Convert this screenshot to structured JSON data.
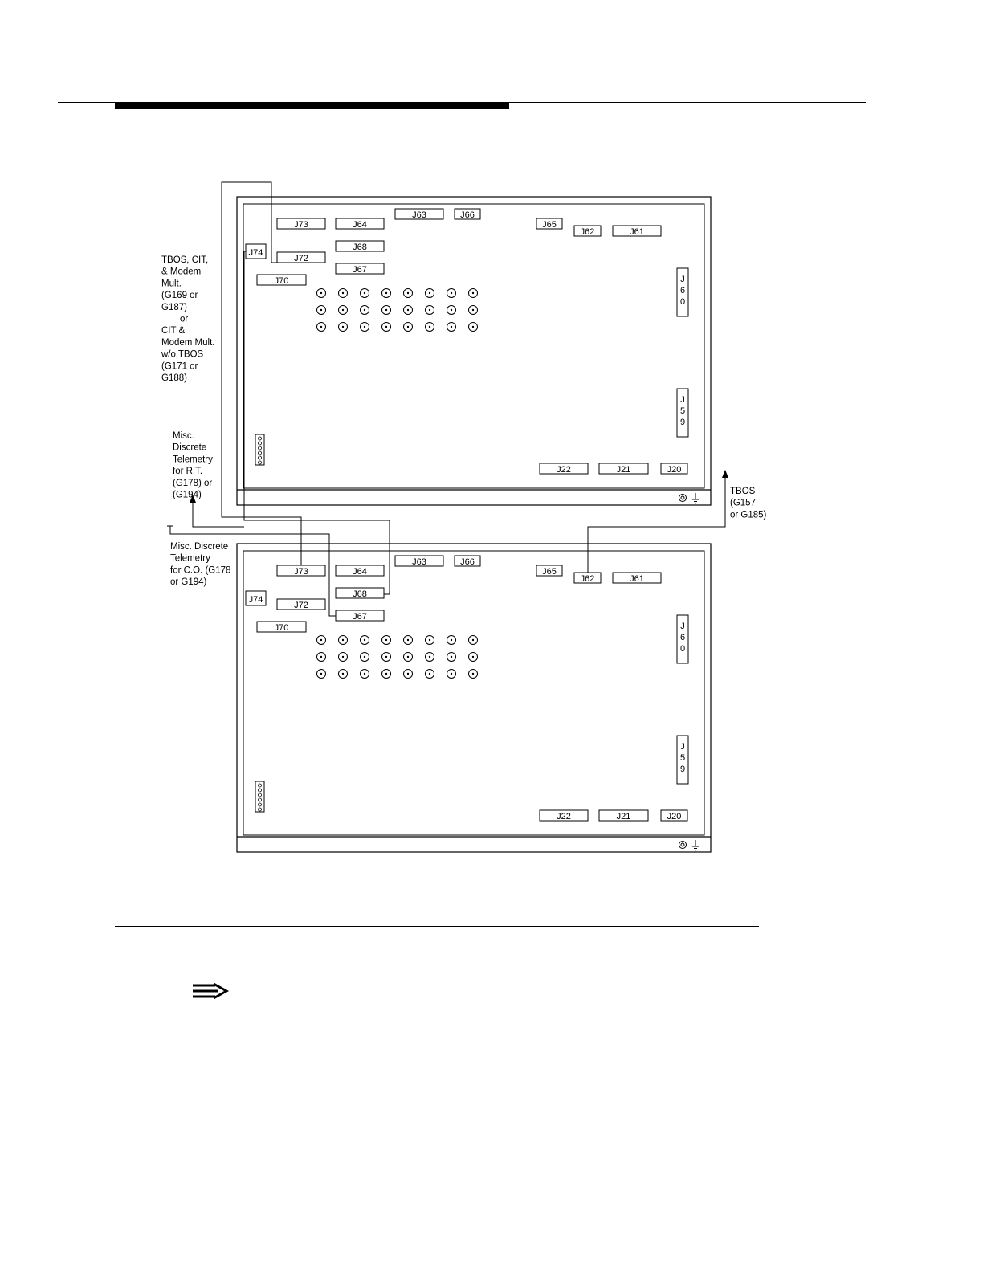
{
  "labels": {
    "left_top": [
      "TBOS, CIT,",
      "& Modem",
      "Mult.",
      "(G169 or",
      "G187)",
      "or",
      "CIT &",
      "Modem Mult.",
      "w/o TBOS",
      "(G171 or",
      "G188)"
    ],
    "left_mid": [
      "Misc.",
      "Discrete",
      "Telemetry",
      "for R.T.",
      "(G178) or",
      "(G194)"
    ],
    "left_bottom": [
      "Misc. Discrete",
      "Telemetry",
      "for C.O. (G178",
      "or G194)"
    ],
    "right": [
      "TBOS",
      "(G157",
      "or G185)"
    ]
  },
  "connectors": {
    "J73": "J73",
    "J64": "J64",
    "J63": "J63",
    "J66": "J66",
    "J65": "J65",
    "J62": "J62",
    "J61": "J61",
    "J74": "J74",
    "J72": "J72",
    "J68": "J68",
    "J67": "J67",
    "J70": "J70",
    "J22": "J22",
    "J21": "J21",
    "J20": "J20",
    "J60": [
      "J",
      "6",
      "0"
    ],
    "J59": [
      "J",
      "5",
      "9"
    ]
  },
  "icons": {
    "note": "note-pencil-icon",
    "ground": "ground-symbol-icon"
  }
}
